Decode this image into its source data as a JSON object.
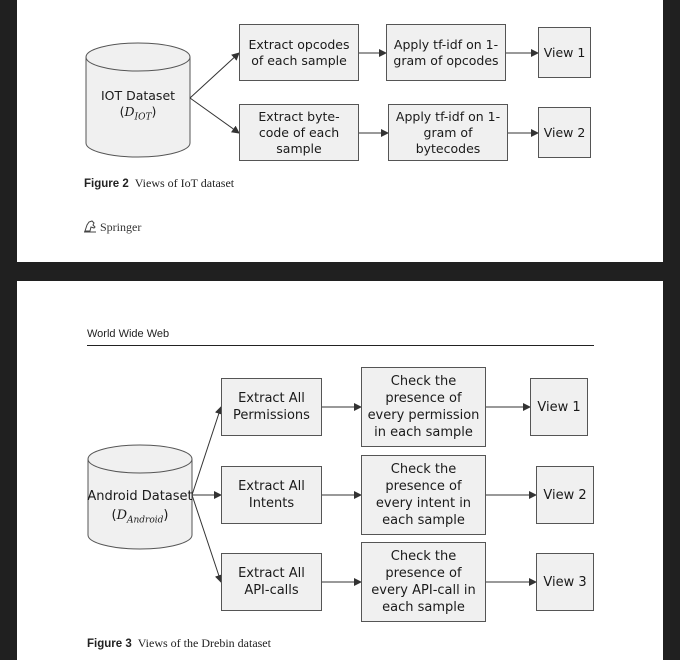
{
  "figure2": {
    "dataset_label": "IOT Dataset",
    "dataset_symbol_main": "D",
    "dataset_symbol_sub": "IOT",
    "steps": [
      {
        "extract": "Extract opcodes of each sample",
        "apply": "Apply tf-idf on 1-gram of opcodes",
        "view": "View 1"
      },
      {
        "extract": "Extract byte-code of each sample",
        "apply": "Apply tf-idf on 1-gram of bytecodes",
        "view": "View 2"
      }
    ],
    "caption_label": "Figure 2",
    "caption_text": "Views of IoT dataset"
  },
  "publisher": "Springer",
  "journal": "World Wide Web",
  "figure3": {
    "dataset_label": "Android Dataset",
    "dataset_symbol_main": "D",
    "dataset_symbol_sub": "Android",
    "steps": [
      {
        "extract": "Extract All Permissions",
        "check": "Check the presence of every permission in each sample",
        "view": "View 1"
      },
      {
        "extract": "Extract All Intents",
        "check": "Check the presence of every intent in each sample",
        "view": "View 2"
      },
      {
        "extract": "Extract All API-calls",
        "check": "Check the presence of every API-call in each sample",
        "view": "View 3"
      }
    ],
    "caption_label": "Figure 3",
    "caption_text": "Views of the Drebin dataset"
  },
  "colors": {
    "box_fill": "#f0f0f0",
    "box_border": "#555555",
    "page_bg": "#ffffff",
    "backdrop": "#202020"
  }
}
